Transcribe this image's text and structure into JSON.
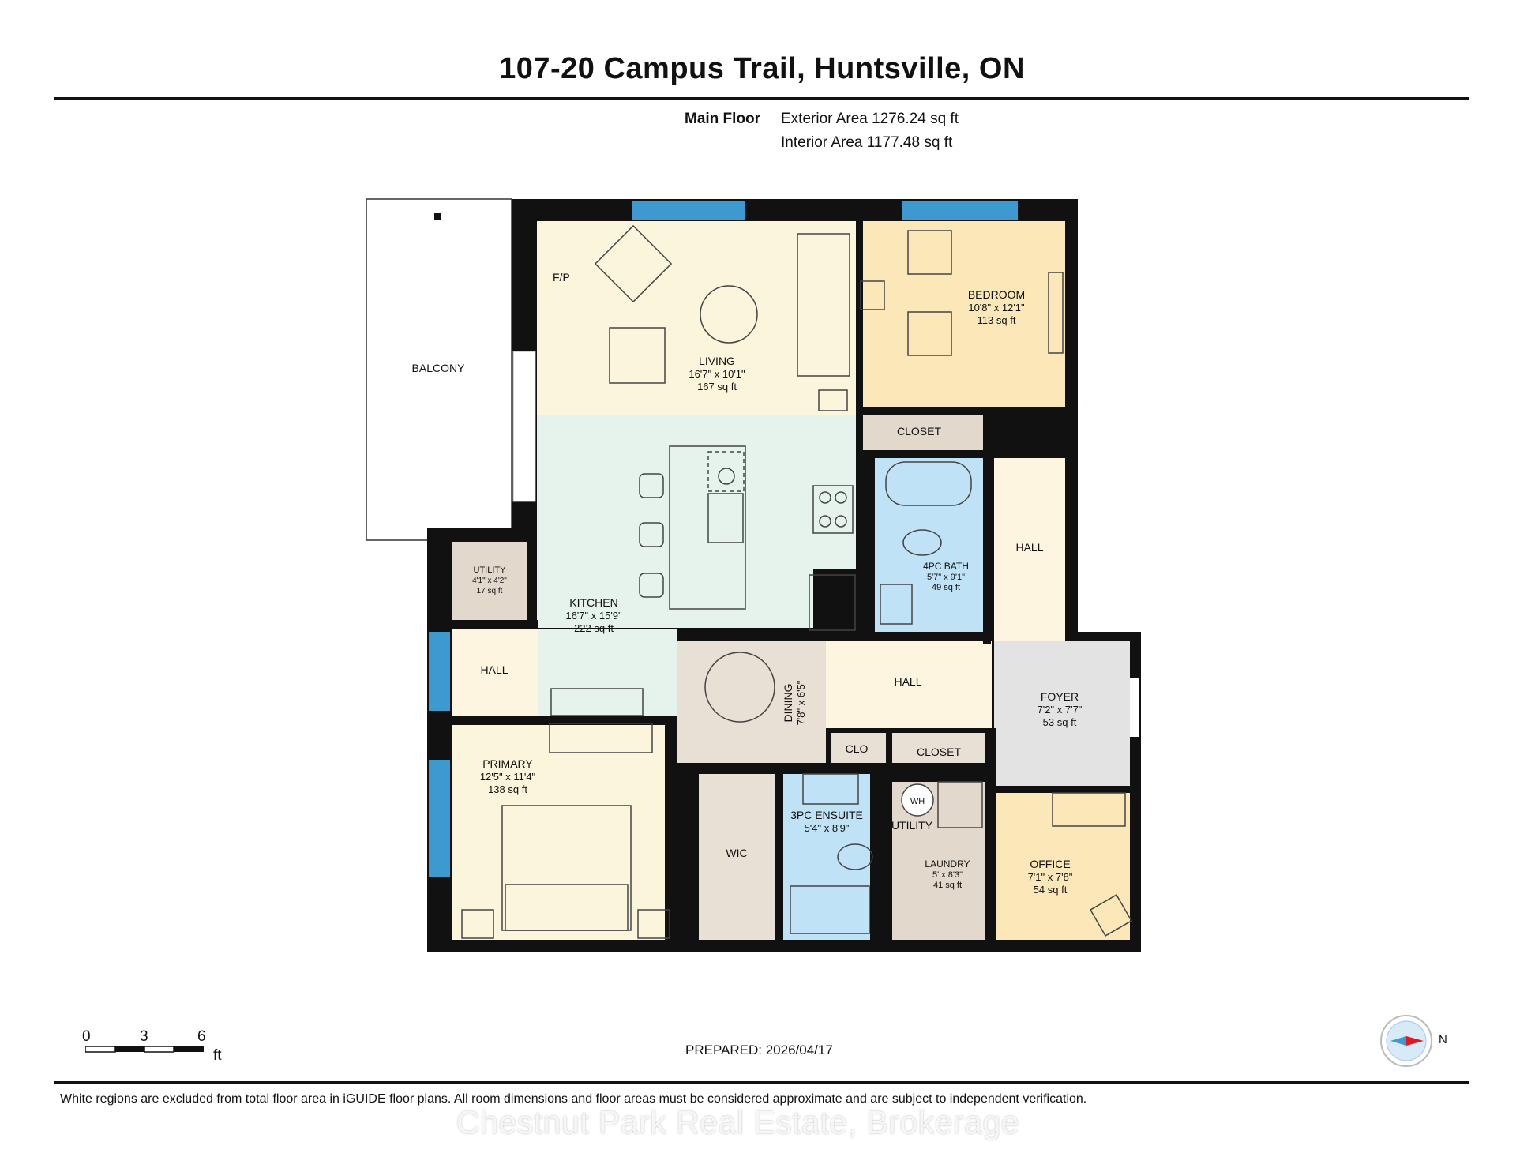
{
  "header": {
    "title": "107-20 Campus Trail, Huntsville, ON",
    "floor_label": "Main Floor",
    "exterior_area": "Exterior Area 1276.24 sq ft",
    "interior_area": "Interior Area 1177.48 sq ft"
  },
  "rooms": {
    "balcony": {
      "name": "BALCONY"
    },
    "fireplace": {
      "name": "F/P"
    },
    "living": {
      "name": "LIVING",
      "dims": "16'7\" x 10'1\"",
      "area": "167 sq ft"
    },
    "bedroom": {
      "name": "BEDROOM",
      "dims": "10'8\" x 12'1\"",
      "area": "113 sq ft"
    },
    "closet_bedroom": {
      "name": "CLOSET"
    },
    "kitchen": {
      "name": "KITCHEN",
      "dims": "16'7\" x 15'9\"",
      "area": "222 sq ft"
    },
    "utility_small": {
      "name": "UTILITY",
      "dims": "4'1\" x 4'2\"",
      "area": "17 sq ft"
    },
    "bath4": {
      "name": "4PC BATH",
      "dims": "5'7\" x 9'1\"",
      "area": "49 sq ft"
    },
    "hall_right": {
      "name": "HALL"
    },
    "hall_left": {
      "name": "HALL"
    },
    "hall_center": {
      "name": "HALL"
    },
    "dining": {
      "name": "DINING",
      "dims": "7'8\" x 6'5\""
    },
    "foyer": {
      "name": "FOYER",
      "dims": "7'2\" x 7'7\"",
      "area": "53 sq ft"
    },
    "primary": {
      "name": "PRIMARY",
      "dims": "12'5\" x 11'4\"",
      "area": "138 sq ft"
    },
    "clo": {
      "name": "CLO"
    },
    "closet_hall": {
      "name": "CLOSET"
    },
    "wic": {
      "name": "WIC"
    },
    "ensuite": {
      "name": "3PC ENSUITE",
      "dims": "5'4\" x 8'9\""
    },
    "water_heater": {
      "name": "WH"
    },
    "utility": {
      "name": "UTILITY"
    },
    "laundry": {
      "name": "LAUNDRY",
      "dims": "5' x 8'3\"",
      "area": "41 sq ft"
    },
    "office": {
      "name": "OFFICE",
      "dims": "7'1\" x 7'8\"",
      "area": "54 sq ft"
    }
  },
  "scale": {
    "t0": "0",
    "t3": "3",
    "t6": "6",
    "unit": "ft"
  },
  "prepared": "PREPARED: 2026/04/17",
  "compass": {
    "label": "N"
  },
  "footer": "White regions are excluded from total floor area in iGUIDE floor plans. All room dimensions and floor areas must be considered approximate and are subject to independent verification.",
  "watermark": "Chestnut Park Real Estate, Brokerage",
  "colors": {
    "living": "#fbf5dc",
    "kitchen": "#e6f2ec",
    "bedroom": "#fbe7b8",
    "bath": "#bfe2f7",
    "utility": "#e2d8cc",
    "dining": "#e8e0d5",
    "foyer": "#e3e3e3",
    "hall": "#fdf5df",
    "window": "#3d9ad1",
    "wall": "#111111"
  }
}
